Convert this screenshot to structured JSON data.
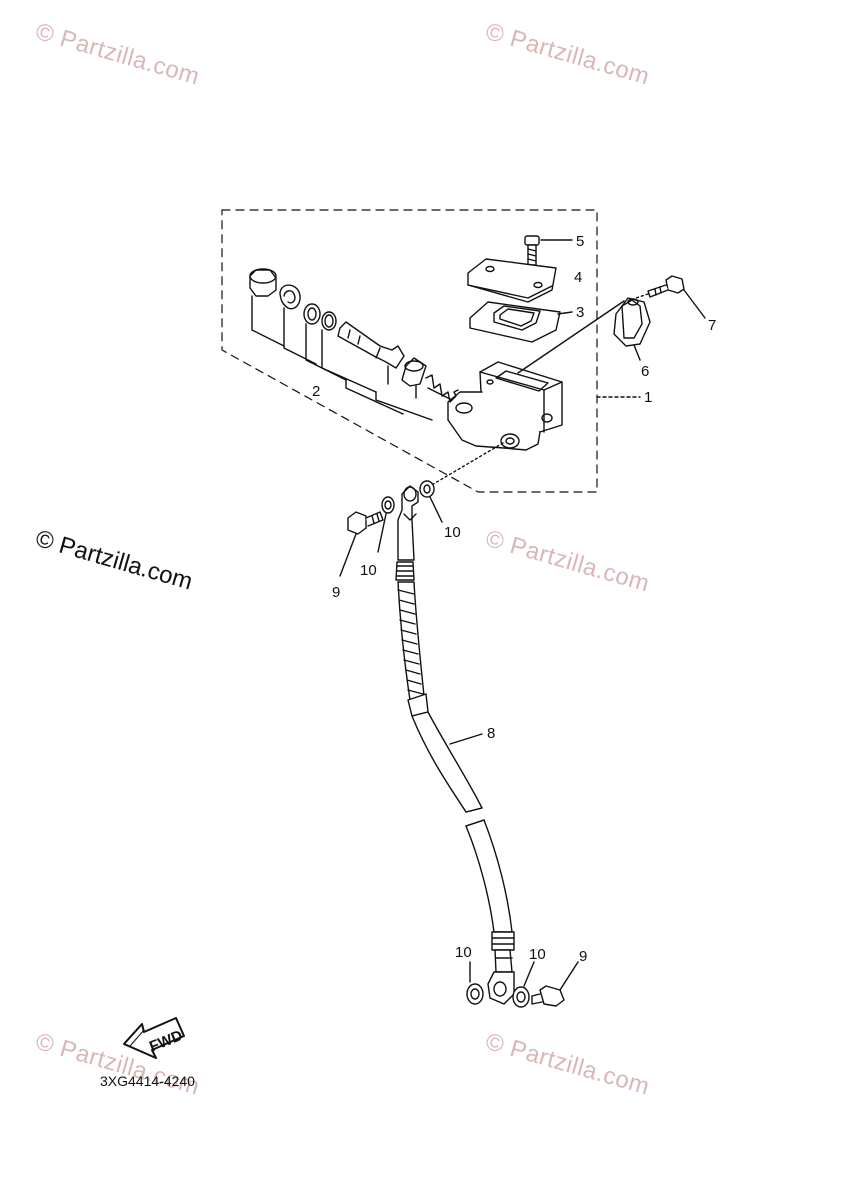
{
  "watermarks": {
    "text": "© Partzilla.com"
  },
  "callouts": {
    "c1": "1",
    "c2": "2",
    "c3": "3",
    "c4": "4",
    "c5": "5",
    "c6": "6",
    "c7": "7",
    "c8": "8",
    "c9a": "9",
    "c9b": "9",
    "c10a": "10",
    "c10b": "10",
    "c10c": "10",
    "c10d": "10"
  },
  "fwd_label": "FWD",
  "diagram_code": "3XG4414-4240",
  "colors": {
    "line": "#111111",
    "watermark": "#d9b7b7"
  }
}
